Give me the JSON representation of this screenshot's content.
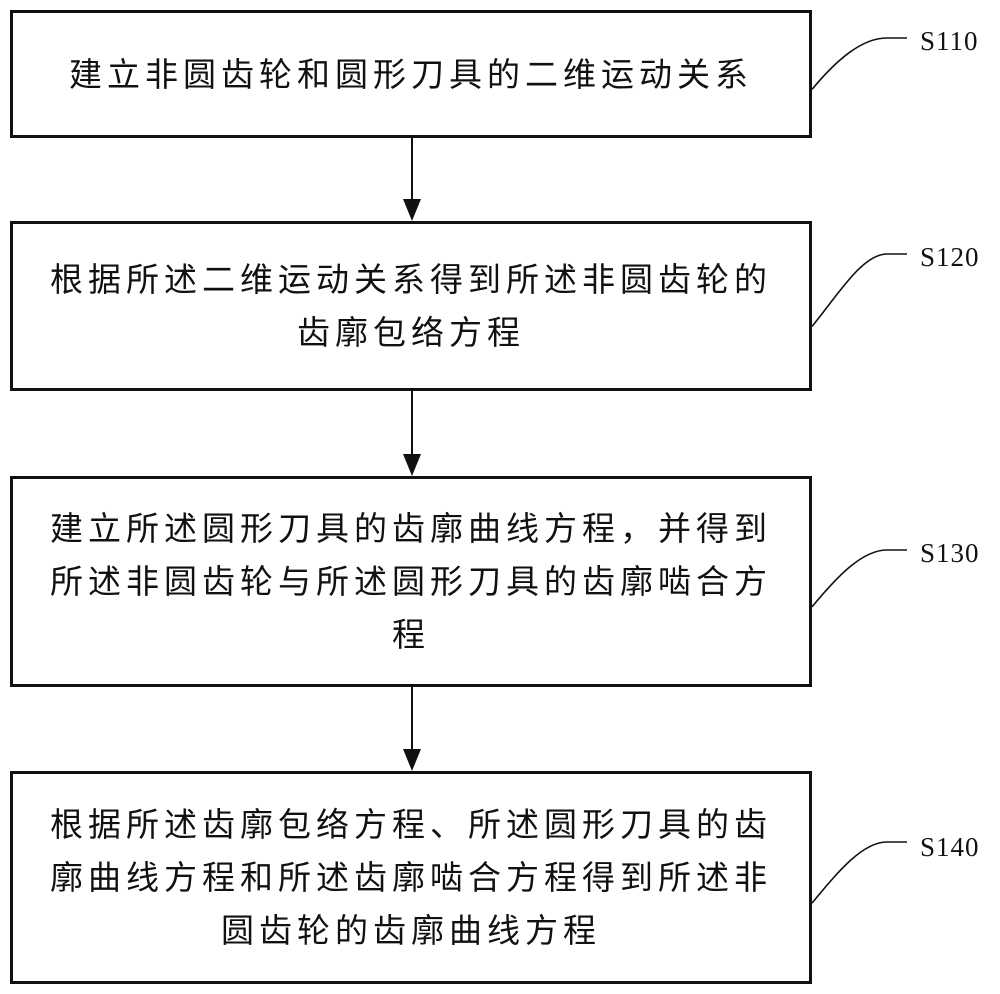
{
  "diagram": {
    "type": "flowchart",
    "direction": "top-to-bottom",
    "steps": [
      {
        "id": "S110",
        "label": "S110",
        "text": "建立非圆齿轮和圆形刀具的二维运动关系"
      },
      {
        "id": "S120",
        "label": "S120",
        "text": "根据所述二维运动关系得到所述非圆齿轮的齿廓包络方程"
      },
      {
        "id": "S130",
        "label": "S130",
        "text": "建立所述圆形刀具的齿廓曲线方程，并得到所述非圆齿轮与所述圆形刀具的齿廓啮合方程"
      },
      {
        "id": "S140",
        "label": "S140",
        "text": "根据所述齿廓包络方程、所述圆形刀具的齿廓曲线方程和所述齿廓啮合方程得到所述非圆齿轮的齿廓曲线方程"
      }
    ],
    "edges": [
      {
        "from": "S110",
        "to": "S120"
      },
      {
        "from": "S120",
        "to": "S130"
      },
      {
        "from": "S130",
        "to": "S140"
      }
    ],
    "colors": {
      "stroke": "#111111",
      "background": "#ffffff"
    }
  }
}
